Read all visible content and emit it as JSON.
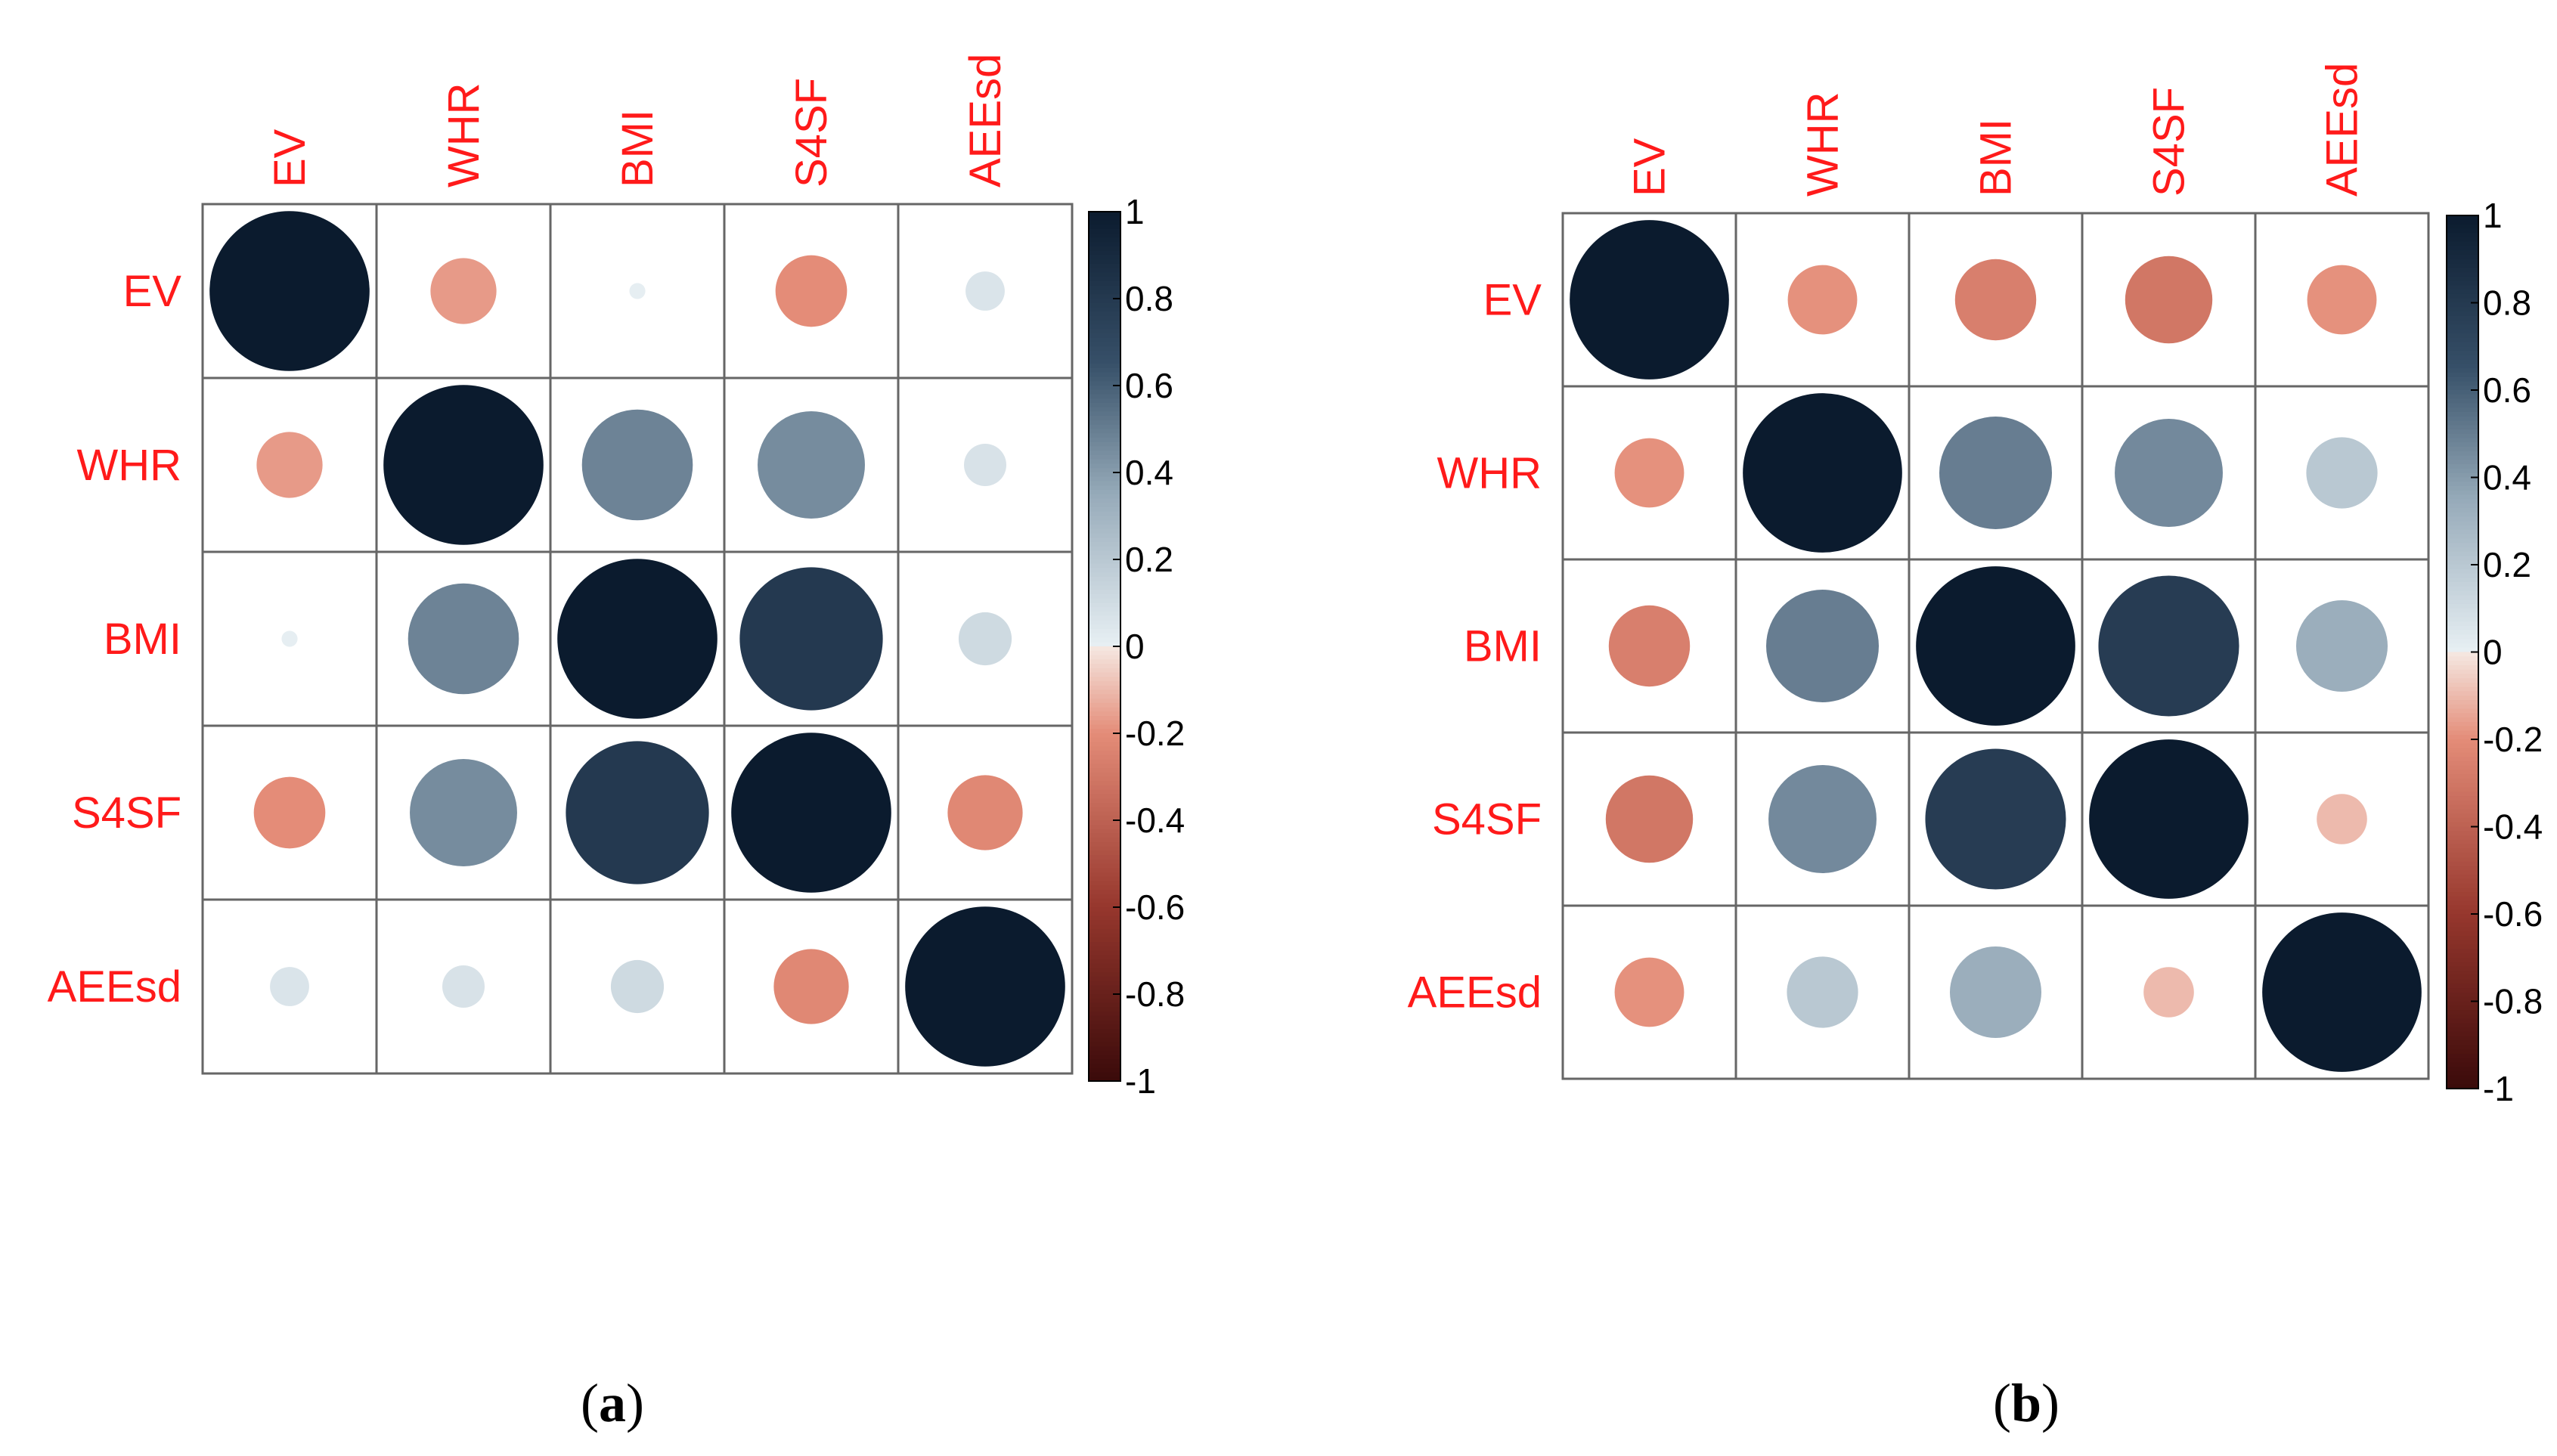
{
  "chart_data": [
    {
      "type": "heatmap",
      "panel_label": {
        "open": "(",
        "letter": "a",
        "close": ")"
      },
      "variables": [
        "EV",
        "WHR",
        "BMI",
        "S4SF",
        "AEEsd"
      ],
      "matrix": [
        [
          1.0,
          -0.17,
          0.01,
          -0.2,
          0.06
        ],
        [
          -0.17,
          1.0,
          0.48,
          0.45,
          0.07
        ],
        [
          0.01,
          0.48,
          1.0,
          0.8,
          0.11
        ],
        [
          -0.2,
          0.45,
          0.8,
          1.0,
          -0.22
        ],
        [
          0.06,
          0.07,
          0.11,
          -0.22,
          1.0
        ]
      ],
      "colorbar": {
        "range": [
          -1,
          1
        ],
        "ticks": [
          "1",
          "0.8",
          "0.6",
          "0.4",
          "0.2",
          "0",
          "-0.2",
          "-0.4",
          "-0.6",
          "-0.8",
          "-1"
        ]
      }
    },
    {
      "type": "heatmap",
      "panel_label": {
        "open": "(",
        "letter": "b",
        "close": ")"
      },
      "variables": [
        "EV",
        "WHR",
        "BMI",
        "S4SF",
        "AEEsd"
      ],
      "matrix": [
        [
          1.0,
          -0.19,
          -0.26,
          -0.3,
          -0.19
        ],
        [
          -0.19,
          1.0,
          0.5,
          0.46,
          0.2
        ],
        [
          -0.26,
          0.5,
          1.0,
          0.78,
          0.33
        ],
        [
          -0.3,
          0.46,
          0.78,
          1.0,
          -0.1
        ],
        [
          -0.19,
          0.2,
          0.33,
          -0.1,
          1.0
        ]
      ],
      "colorbar": {
        "range": [
          -1,
          1
        ],
        "ticks": [
          "1",
          "0.8",
          "0.6",
          "0.4",
          "0.2",
          "0",
          "-0.2",
          "-0.4",
          "-0.6",
          "-0.8",
          "-1"
        ]
      }
    }
  ],
  "colors": {
    "label": "#ff1a1a",
    "grid": "#666666",
    "positive_end": "#0b1b2e",
    "neutral": "#e8f0f4",
    "negative_end": "#3a0a0a"
  }
}
